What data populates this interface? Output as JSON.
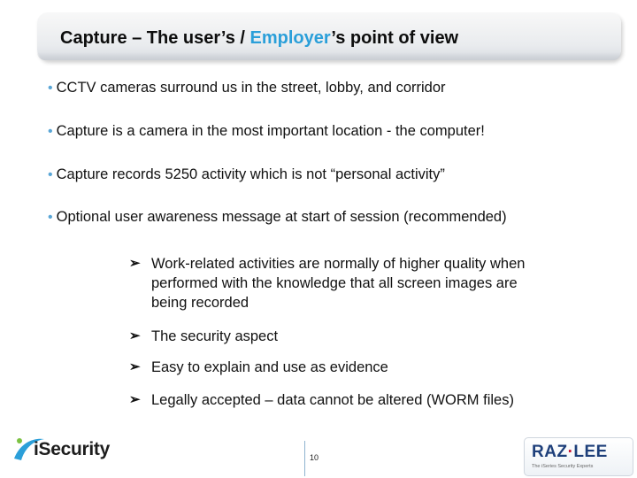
{
  "slide": {
    "title_prefix": "Capture – The user’s / ",
    "title_accent": "Employer",
    "title_suffix": "’s point of view",
    "bullets": [
      "CCTV cameras surround us in the street, lobby, and corridor",
      "Capture is a camera in the most important location - the computer!",
      "Capture records 5250 activity which is not “personal activity”",
      "Optional user awareness message at start of session (recommended)"
    ],
    "sub_bullets": [
      {
        "line1": "Work-related activities are normally of higher quality when",
        "line2": "performed with the knowledge that all screen images are",
        "line3": "being recorded"
      },
      {
        "line1": "The security aspect"
      },
      {
        "line1": "Easy to explain and use as evidence"
      },
      {
        "line1": "Legally accepted – data cannot be altered (WORM files)"
      }
    ],
    "page_number": "10"
  },
  "footer": {
    "left_logo": "iSecurity",
    "right_logo_a": "RAZ",
    "right_logo_sep": "·",
    "right_logo_b": "LEE",
    "right_logo_tag": "The iSeries Security Experts"
  },
  "colors": {
    "accent": "#2b9fd9",
    "bullet_dot": "#5aa6d6",
    "raz_lee_blue": "#1e3f7a",
    "raz_lee_red": "#c8102e"
  }
}
